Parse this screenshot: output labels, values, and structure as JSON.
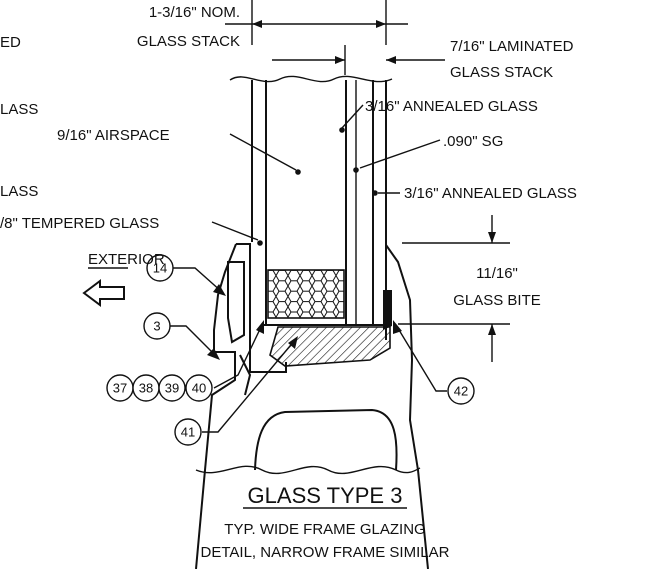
{
  "labels": {
    "nom_stack": "1-3/16\" NOM.",
    "nom_stack_2": "GLASS STACK",
    "laminated": "7/16\" LAMINATED",
    "laminated_2": "GLASS STACK",
    "annealed_top": "3/16\" ANNEALED GLASS",
    "sg": ".090\" SG",
    "annealed_bottom": "3/16\" ANNEALED GLASS",
    "airspace": "9/16\" AIRSPACE",
    "tempered": "/8\" TEMPERED GLASS",
    "partial_ed": "ED",
    "partial_lass_1": "LASS",
    "partial_lass_2": "LASS",
    "exterior": "EXTERIOR",
    "bite_1": "11/16\"",
    "bite_2": "GLASS BITE"
  },
  "bubbles": {
    "b14": "14",
    "b3": "3",
    "b37": "37",
    "b38": "38",
    "b39": "39",
    "b40": "40",
    "b41": "41",
    "b42": "42"
  },
  "title": {
    "main": "GLASS TYPE 3",
    "line1": "TYP. WIDE FRAME GLAZING",
    "line2": "DETAIL, NARROW FRAME SIMILAR"
  }
}
